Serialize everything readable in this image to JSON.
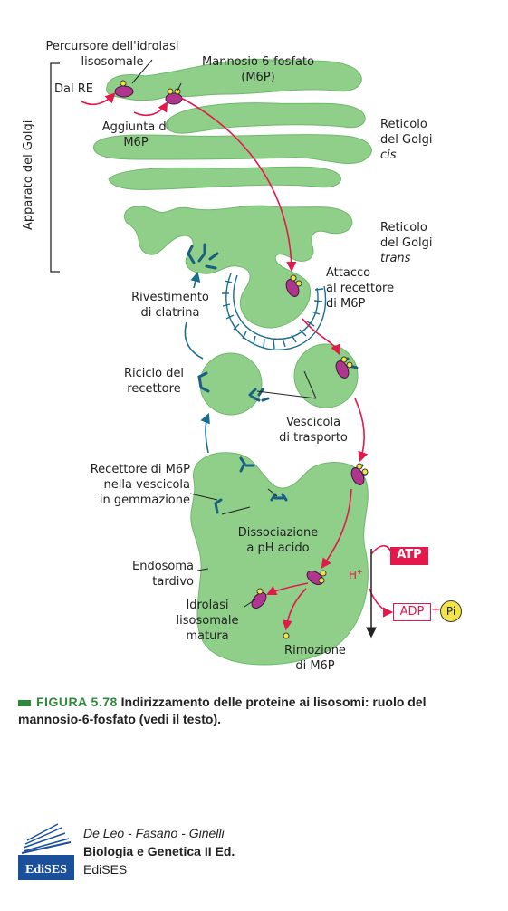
{
  "labels": {
    "precursor": "Percursore dell'idrolasi\nlisosomale",
    "m6p": "Mannosio 6-fosfato\n(M6P)",
    "from_er": "Dal RE",
    "add_m6p": "Aggiunta di\nM6P",
    "cis_golgi_1": "Reticolo\ndel Golgi",
    "cis_golgi_2": "cis",
    "trans_golgi_1": "Reticolo\ndel Golgi",
    "trans_golgi_2": "trans",
    "golgi_apparatus": "Apparato del Golgi",
    "receptor_binding": "Attacco\nal recettore\ndi M6P",
    "clathrin_coat": "Rivestimento\ndi clatrina",
    "receptor_recycling": "Riciclo del\nrecettore",
    "transport_vesicle": "Vescicola\ndi trasporto",
    "budding_receptor": "Recettore di M6P\nnella vescicola\nin gemmazione",
    "dissociation": "Dissociazione\na pH acido",
    "late_endosome": "Endosoma\ntardivo",
    "mature_hydrolase": "Idrolasi\nlisosomale\nmatura",
    "m6p_removal": "Rimozione\ndi M6P",
    "atp": "ATP",
    "adp": "ADP",
    "plus": "+",
    "pi": "Pi",
    "h_plus": "H",
    "h_plus_sup": "+"
  },
  "caption": {
    "figure": "FIGURA 5.78",
    "text": "Indirizzamento delle proteine ai lisosomi: ruolo del mannosio-6-fosfato (vedi il testo)."
  },
  "footer": {
    "logo_text": "EdiSES",
    "authors": "De Leo - Fasano - Ginelli",
    "book": "Biologia e Genetica II Ed.",
    "publisher": "EdiSES"
  },
  "colors": {
    "organelle": "#8fcf8a",
    "organelle_stroke": "#5aa458",
    "pathway_arrow": "#e3194b",
    "recycle_arrow": "#1b6d8f",
    "receptor": "#1b5f80",
    "hydrolase": "#b0358f",
    "phosphate": "#f1e44b"
  }
}
